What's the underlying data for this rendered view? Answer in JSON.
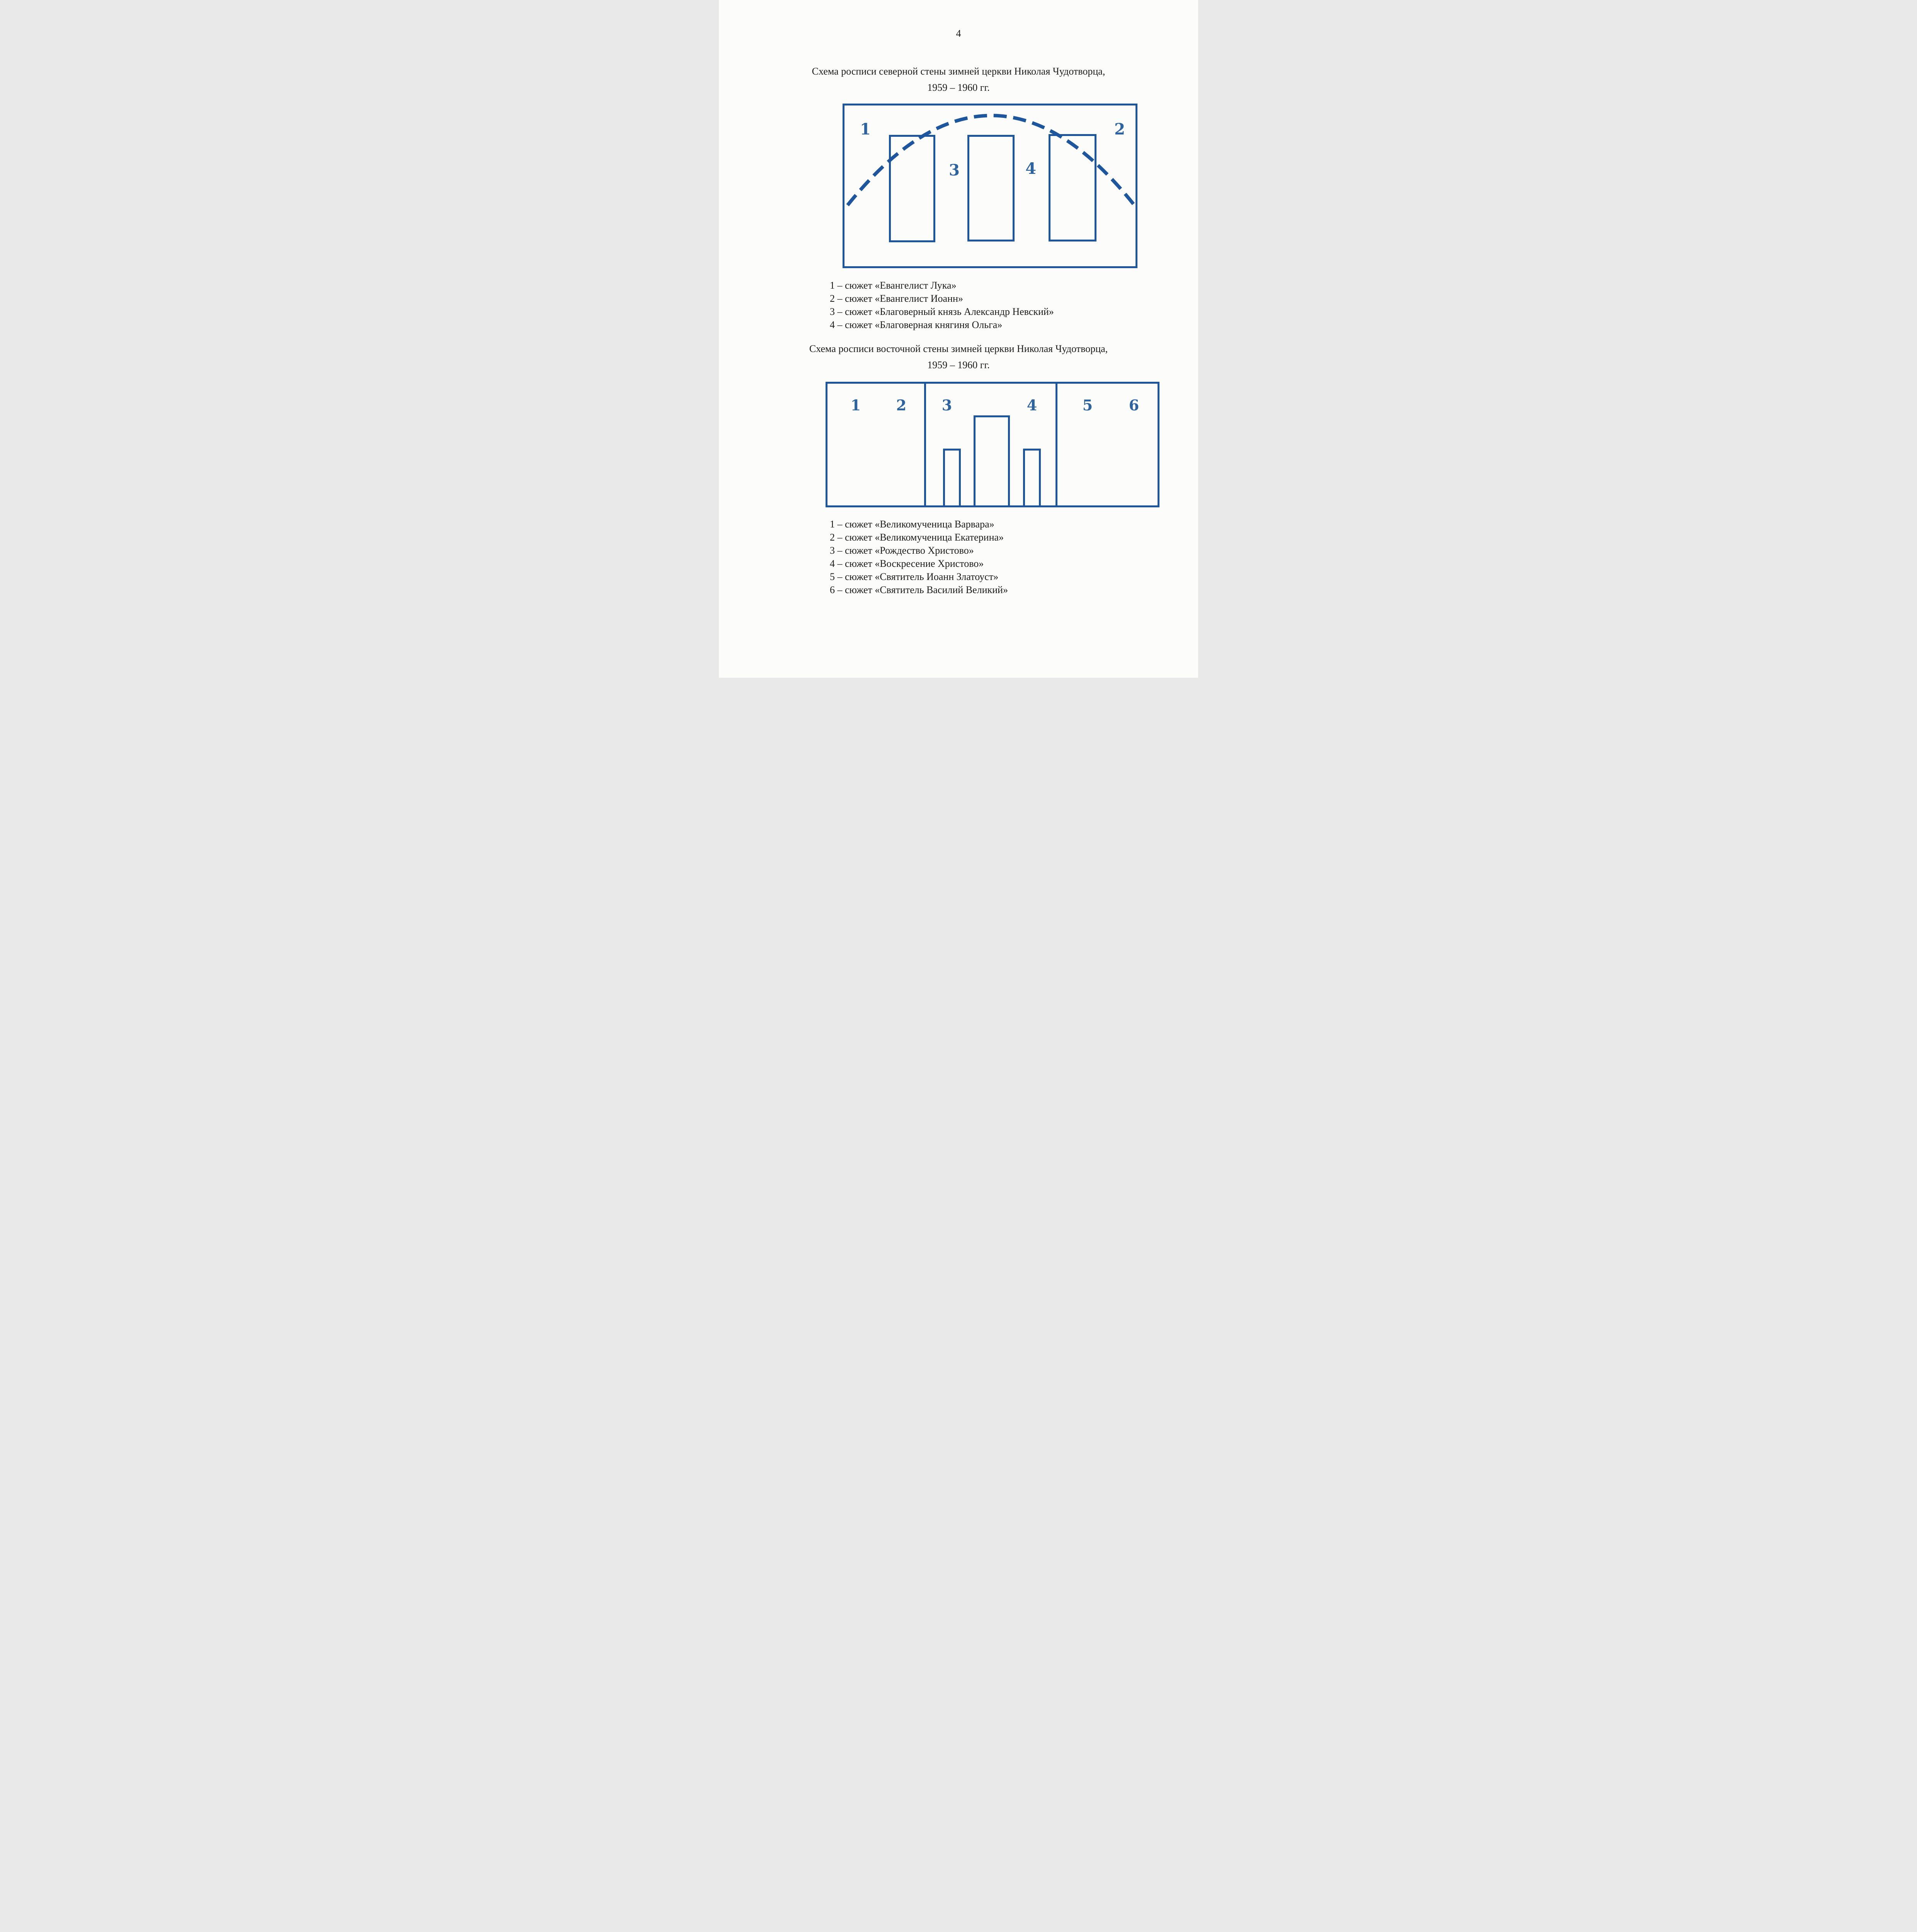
{
  "page": {
    "number": "4"
  },
  "colors": {
    "diagram_line": "#1e569e",
    "diagram_number": "#2d639f",
    "text": "#1c1c1c",
    "paper": "#fcfcfa"
  },
  "sections": [
    {
      "title_line1": "Схема росписи северной стены зимней церкви Николая Чудотворца,",
      "title_line2": "1959 – 1960 гг.",
      "diagram_labels": [
        "1",
        "2",
        "3",
        "4"
      ],
      "legend": [
        "1 – сюжет «Евангелист Лука»",
        "2 – сюжет «Евангелист Иоанн»",
        "3 – сюжет «Благоверный князь Александр Невский»",
        "4 – сюжет «Благоверная княгиня Ольга»"
      ]
    },
    {
      "title_line1": "Схема росписи восточной стены зимней церкви Николая Чудотворца,",
      "title_line2": "1959 – 1960 гг.",
      "diagram_labels": [
        "1",
        "2",
        "3",
        "4",
        "5",
        "6"
      ],
      "legend": [
        "1 – сюжет «Великомученица Варвара»",
        "2 – сюжет «Великомученица Екатерина»",
        "3 – сюжет «Рождество Христово»",
        "4 – сюжет «Воскресение Христово»",
        "5 – сюжет «Святитель Иоанн Златоуст»",
        "6 – сюжет «Святитель Василий Великий»"
      ]
    }
  ]
}
